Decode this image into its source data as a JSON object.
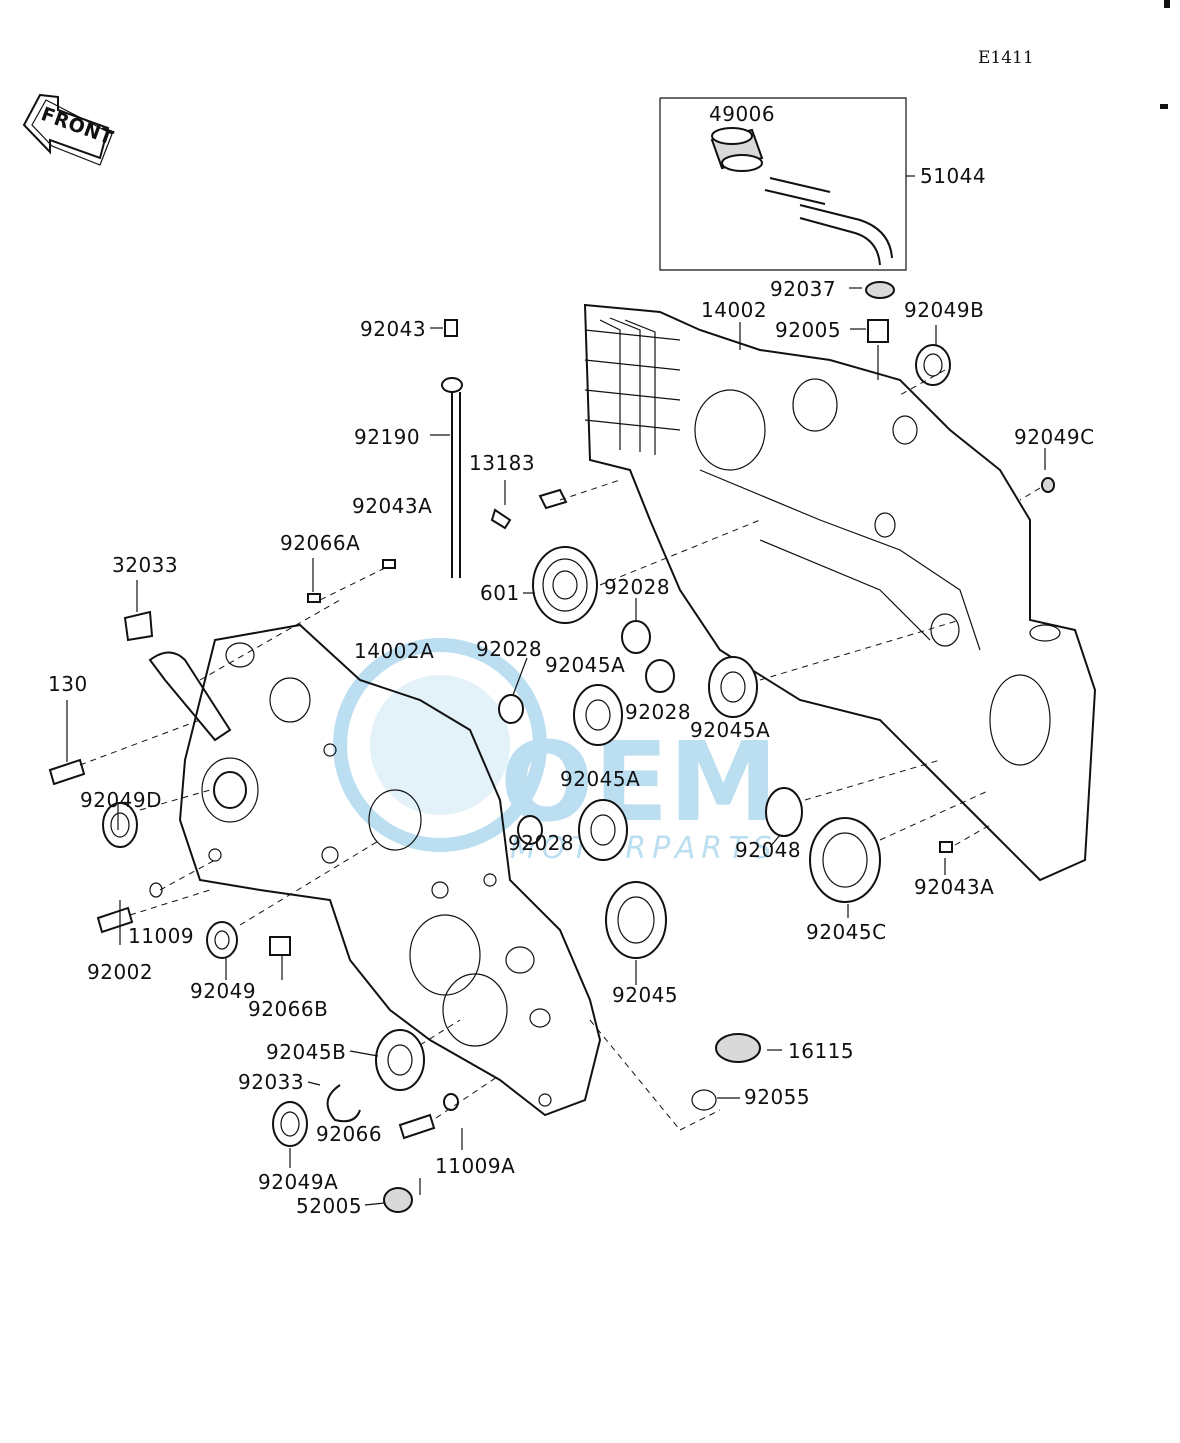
{
  "diagram_code": "E1411",
  "front_arrow_label": "FRONT",
  "watermark": {
    "brand": "OEM",
    "tagline": "MOTORPARTS",
    "color": "#3fa3d8"
  },
  "part_labels": [
    "49006",
    "51044",
    "92037",
    "14002",
    "92005",
    "92049B",
    "92043",
    "92190",
    "13183",
    "92049C",
    "92043A",
    "92066A",
    "32033",
    "601",
    "92028",
    "14002A",
    "130",
    "92028",
    "92045A",
    "92028",
    "92045A",
    "92049D",
    "92045A",
    "92028",
    "92048",
    "92043A",
    "11009",
    "92002",
    "92049",
    "92066B",
    "92045C",
    "92045",
    "16115",
    "92045B",
    "92033",
    "92055",
    "92066",
    "11009A",
    "92049A",
    "52005"
  ]
}
